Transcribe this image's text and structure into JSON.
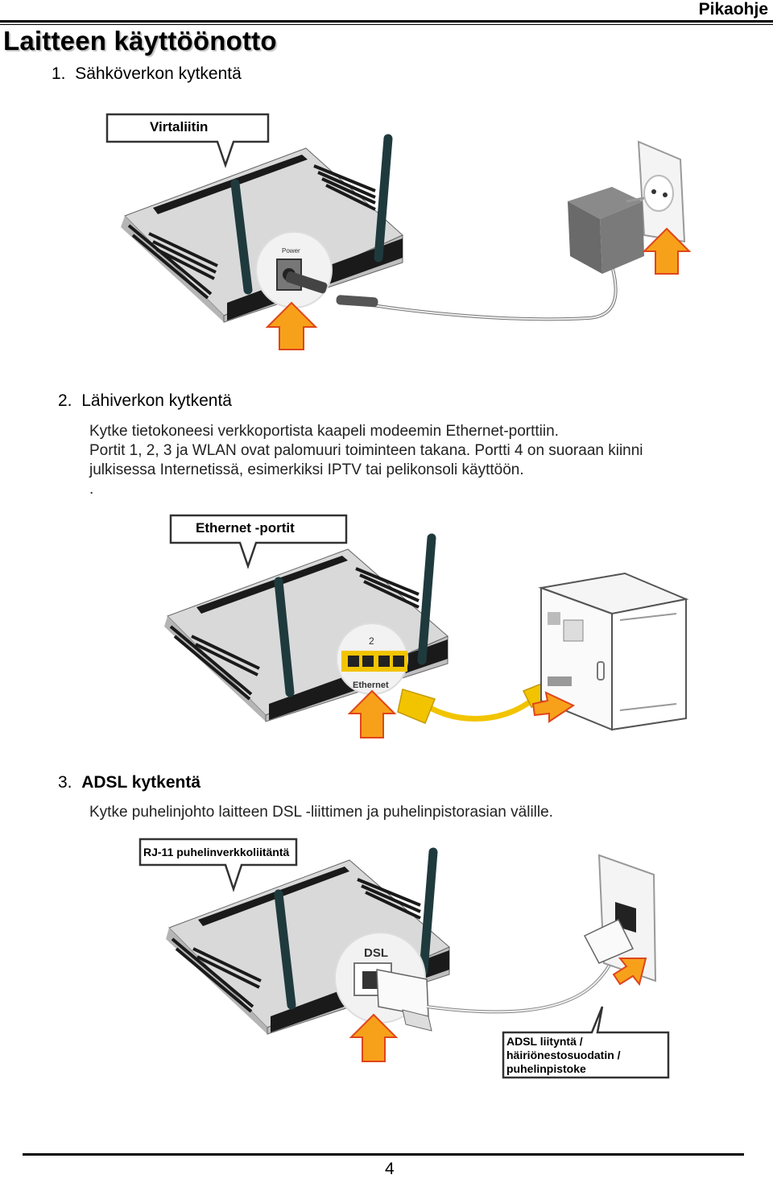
{
  "header": {
    "tag": "Pikaohje"
  },
  "title": "Laitteen käyttöönotto",
  "sections": [
    {
      "number": "1.",
      "heading": "Sähköverkon kytkentä",
      "callout": "Virtaliitin",
      "port_label": "Power"
    },
    {
      "number": "2.",
      "heading": "Lähiverkon kytkentä",
      "paragraph_lines": [
        "Kytke tietokoneesi verkkoportista kaapeli modeemin Ethernet-porttiin.",
        "Portit 1, 2, 3 ja WLAN ovat palomuuri toiminteen takana. Portti 4 on suoraan kiinni",
        "julkisessa Internetissä, esimerkiksi IPTV tai pelikonsoli käyttöön.",
        "."
      ],
      "callout": "Ethernet -portit",
      "port_number": "2",
      "port_label": "Ethernet"
    },
    {
      "number": "3.",
      "heading": "ADSL kytkentä",
      "paragraph": "Kytke puhelinjohto laitteen DSL -liittimen ja puhelinpistorasian välille.",
      "callout": "RJ-11 puhelinverkkoliitäntä",
      "port_label": "DSL",
      "callout2_lines": [
        "ADSL liityntä /",
        "häiriönestosuodatin /",
        "puhelinpistoke"
      ]
    }
  ],
  "footer": {
    "page_number": "4"
  },
  "colors": {
    "arrow_fill": "#f7a11a",
    "arrow_stroke": "#e0451b",
    "cable_yellow": "#f2c400",
    "antenna": "#1f3a3d"
  }
}
